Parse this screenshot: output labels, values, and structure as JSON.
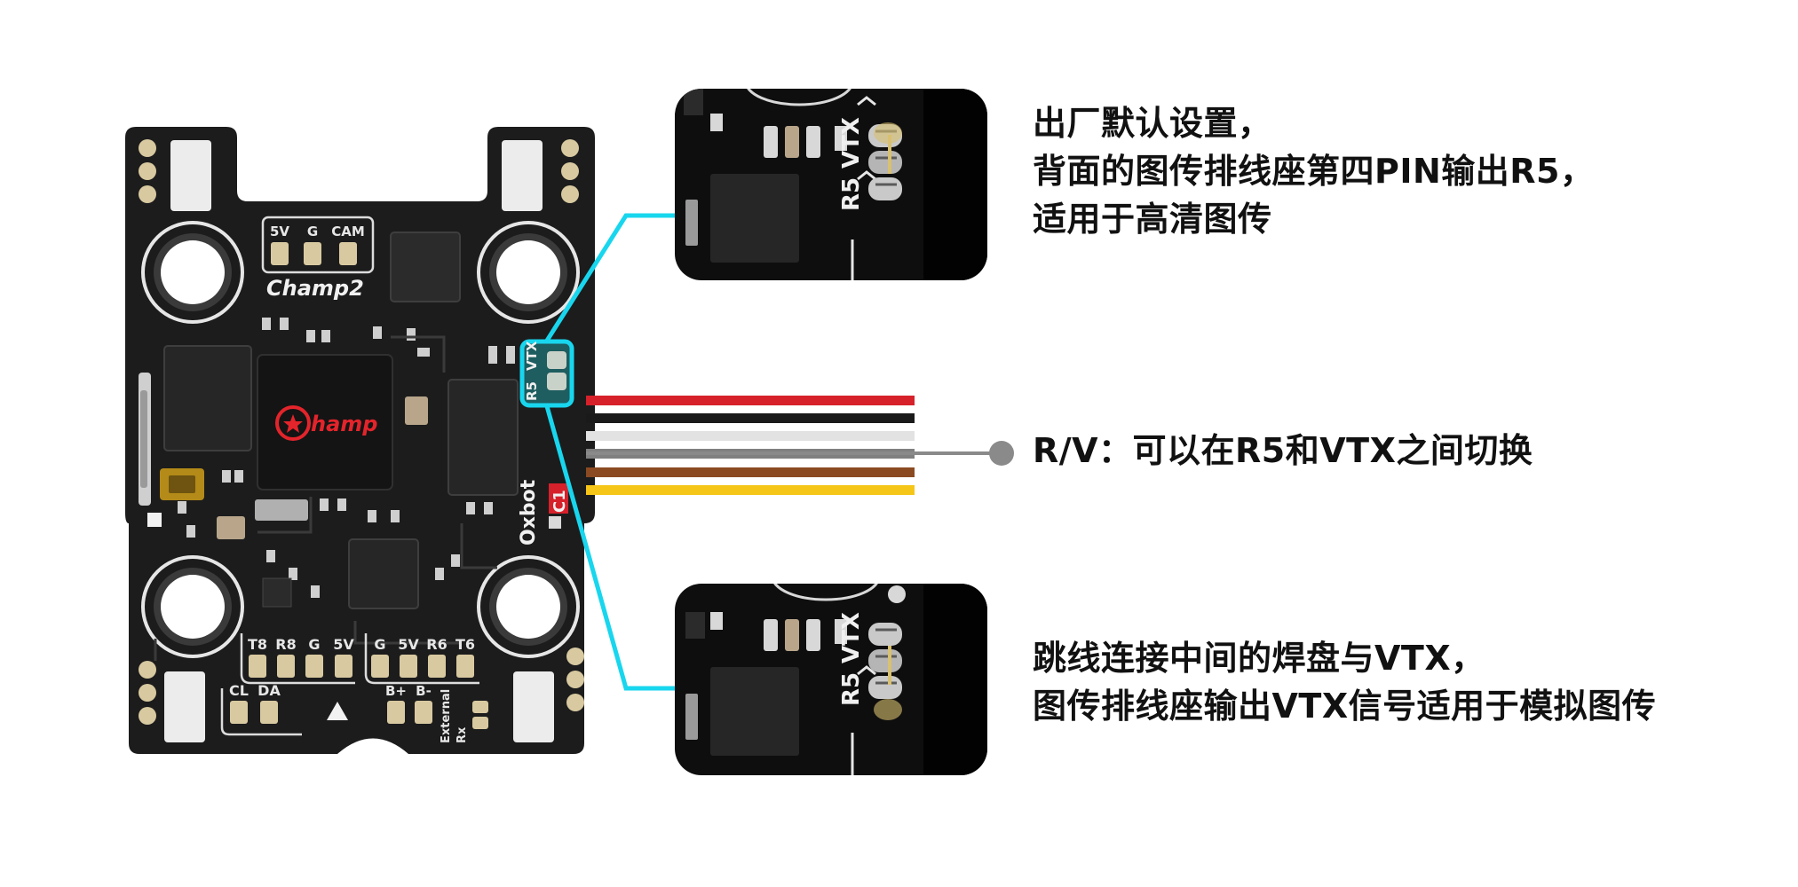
{
  "board": {
    "silk_power_header": [
      "5V",
      "G",
      "CAM"
    ],
    "brand": "Champ2",
    "logo_text": "hamp",
    "jumper_labels": [
      "R5",
      "VTX"
    ],
    "side_label": "Oxbot",
    "connector_code": "C1",
    "bottom_left_pads": [
      "T8",
      "R8",
      "G",
      "5V"
    ],
    "bottom_right_pads": [
      "G",
      "5V",
      "R6",
      "T6"
    ],
    "i2c_pads": [
      "CL",
      "DA"
    ],
    "battery_pads": [
      "B+",
      "B-"
    ],
    "external_rx": [
      "External",
      "Rx"
    ]
  },
  "wires": {
    "colors": [
      "#d6212b",
      "#1a1a1a",
      "#e2e2e2",
      "#808080",
      "#8b4a22",
      "#f5c518"
    ]
  },
  "accent_color": "#18d6ee",
  "callouts": {
    "top": [
      "出厂默认设置，",
      "背面的图传排线座第四PIN输出R5，",
      "适用于高清图传"
    ],
    "middle": [
      "R/V：可以在R5和VTX之间切换"
    ],
    "bottom": [
      "跳线连接中间的焊盘与VTX，",
      "图传排线座输出VTX信号适用于模拟图传"
    ]
  }
}
